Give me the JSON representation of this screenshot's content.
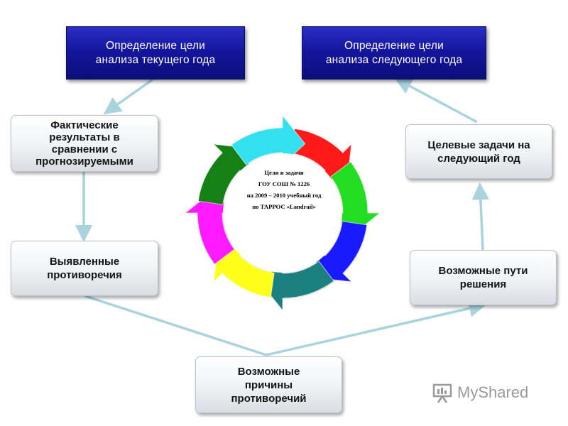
{
  "boxes": {
    "current_year_goal": {
      "lines": [
        "Определение цели",
        "анализа текущего года"
      ]
    },
    "next_year_goal": {
      "lines": [
        "Определение цели",
        "анализа следующего года"
      ]
    },
    "actual_results": {
      "lines": [
        "Фактические",
        "результаты в",
        "сравнении с",
        "прогнозируемыми"
      ]
    },
    "identified_contradictions": {
      "lines": [
        "Выявленные",
        "противоречия"
      ]
    },
    "possible_causes": {
      "lines": [
        "Возможные",
        "причины",
        "противоречий"
      ]
    },
    "possible_solutions": {
      "lines": [
        "Возможные пути",
        "решения"
      ]
    },
    "next_year_targets": {
      "lines": [
        "Целевые задачи на",
        "следующий год"
      ]
    }
  },
  "cycle": {
    "center_lines": [
      "Цели и задачи",
      "ГОУ СОШ № 1226",
      "на 2009 – 2010 учебный год",
      "по ТАРРОС «Landrail»"
    ],
    "segment_colors": [
      "#ff1a1a",
      "#22dd22",
      "#1a1aff",
      "#1a8080",
      "#ffff1a",
      "#ff1aff",
      "#158015",
      "#33e0f0"
    ]
  },
  "colors": {
    "arrow": "#a9d3dd",
    "box_blue": "#14179e"
  },
  "watermark": {
    "text": "MyShared"
  }
}
